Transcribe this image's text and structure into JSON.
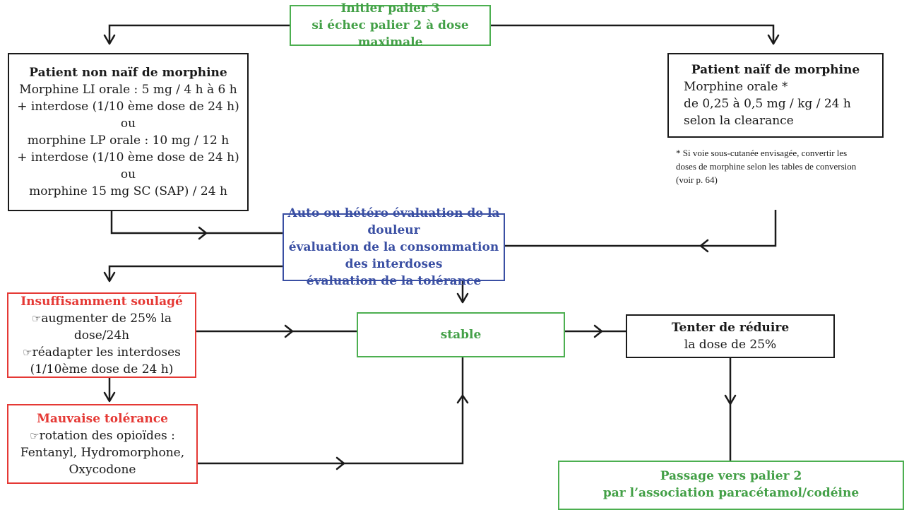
{
  "start": {
    "line1": "Initier palier 3",
    "line2": "si échec palier 2 à dose maximale"
  },
  "non_naif": {
    "title": "Patient non naïf de morphine",
    "lines": [
      "Morphine LI orale : 5 mg / 4 h à 6 h",
      "+ interdose (1/10 ème dose de 24 h)",
      "ou",
      "morphine LP orale : 10 mg / 12 h",
      "+ interdose (1/10 ème dose de 24 h)",
      "ou",
      "morphine 15 mg SC (SAP) / 24 h"
    ]
  },
  "naif": {
    "title": "Patient naïf de morphine",
    "lines": [
      "Morphine orale *",
      "de 0,25 à 0,5 mg / kg / 24 h",
      "selon la clearance"
    ]
  },
  "footnote": {
    "lines": [
      "* Si voie sous-cutanée envisagée, convertir les",
      "doses de morphine selon les tables de conversion",
      "(voir p. 64)"
    ]
  },
  "evaluation": {
    "lines": [
      "Auto ou hétéro évaluation de la douleur",
      "évaluation de la consommation des interdoses",
      "évaluation de la tolérance"
    ]
  },
  "insuffisant": {
    "title": "Insuffisamment soulagé",
    "lines": [
      "augmenter de 25% la dose/24h",
      "réadapter les interdoses",
      "(1/10ème dose de 24 h)"
    ]
  },
  "stable": {
    "label": "stable"
  },
  "reduire": {
    "title": "Tenter de réduire",
    "line": "la dose de 25%"
  },
  "mauvaise": {
    "title": "Mauvaise tolérance",
    "lines": [
      "rotation des opioïdes :",
      "Fentanyl, Hydromorphone,",
      "Oxycodone"
    ]
  },
  "passage": {
    "line1": "Passage vers palier 2",
    "line2": "par l’association paracétamol/codéine"
  },
  "icons": {
    "pointing_hand": "☞"
  },
  "colors": {
    "green": "#4caf50",
    "blue": "#3a4fa3",
    "red": "#e53935",
    "black": "#1a1a1a"
  }
}
